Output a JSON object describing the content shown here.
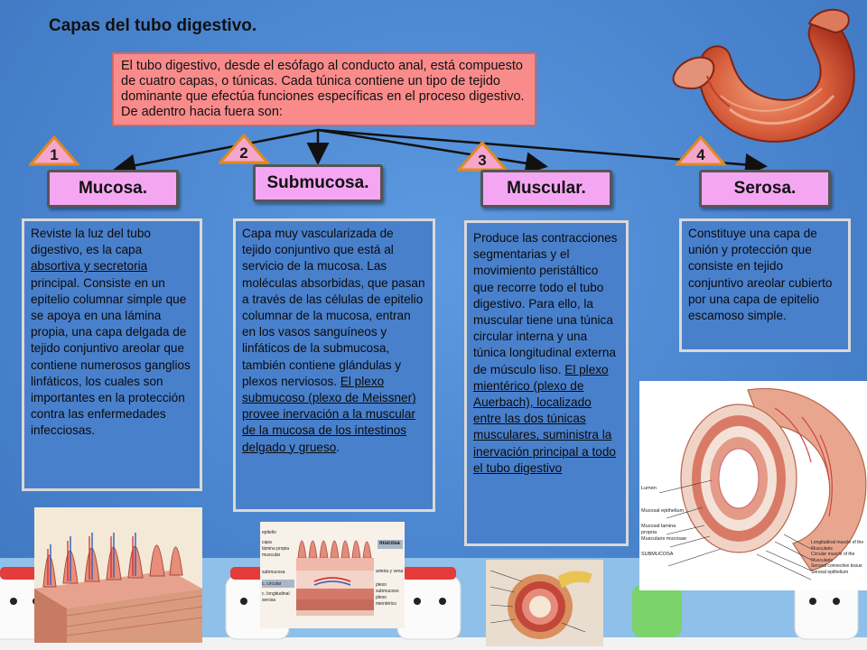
{
  "title": "Capas del tubo digestivo.",
  "intro": "El tubo digestivo, desde el esófago al conducto anal, está compuesto de cuatro capas, o túnicas. Cada túnica contiene un tipo de tejido dominante que efectúa funciones específicas en el proceso digestivo. De adentro hacia fuera son:",
  "layers": [
    {
      "number": "1",
      "name": "Mucosa.",
      "p1": "Reviste la luz del tubo digestivo, es la capa ",
      "u1": "absortiva y secretoria",
      "p2": " principal. Consiste en un epitelio columnar simple que se apoya en una lámina propia, una capa delgada de tejido conjuntivo  areolar que contiene numerosos ganglios linfáticos, los cuales son importantes en la protección contra las enfermedades infecciosas."
    },
    {
      "number": "2",
      "name": "Submucosa.",
      "p1": "Capa muy vascularizada de tejido conjuntivo  que está al servicio de la mucosa. Las moléculas absorbidas, que pasan a través de las células de epitelio columnar de la mucosa, entran en los vasos sanguíneos y linfáticos de la submucosa, también contiene glándulas y plexos nerviosos. ",
      "u1": "El plexo submucoso (plexo de Meissner) provee inervación a la muscular de la mucosa de los intestinos delgado y grueso",
      "p2": "."
    },
    {
      "number": "3",
      "name": "Muscular.",
      "p1": "Produce las contracciones segmentarias y el movimiento peristáltico que recorre todo el tubo digestivo. Para ello, la muscular tiene una túnica circular interna y una túnica longitudinal externa de músculo liso. ",
      "u1": "El plexo mientérico (plexo de Auerbach), localizado entre las dos túnicas musculares, suministra la inervación principal a todo el tubo digestivo",
      "p2": ""
    },
    {
      "number": "4",
      "name": "Serosa.",
      "p1": "Constituye una capa de unión y protección que consiste en tejido conjuntivo  areolar cubierto por una capa de epitelio escamoso simple.",
      "u1": "",
      "p2": ""
    }
  ],
  "figure_labels": {
    "mucosa_fig": [
      "epitelio",
      "capa",
      "lámina propia",
      "muscular",
      "submucosa",
      "c. circular",
      "c. longitudinal",
      "serosa",
      "mucosa",
      "arteria y vena",
      "plexo submucoso",
      "plexo mientérico"
    ],
    "intestine_fig": [
      "Lumen",
      "Mucosal epithelium",
      "Mucosal lamina propria",
      "Muscularis mucosae",
      "SUBMUCOSA",
      "Longitudinal muscle of the Muscularis",
      "Circular muscle of the Muscularis",
      "Serosal connective tissue",
      "Serosal epithelium"
    ]
  },
  "colors": {
    "background": "#4b86d0",
    "intro_box": "#fa8b8b",
    "label_box": "#f5a6f2",
    "triangle": "#f6a6cc",
    "triangle_border": "#e08a1e"
  }
}
